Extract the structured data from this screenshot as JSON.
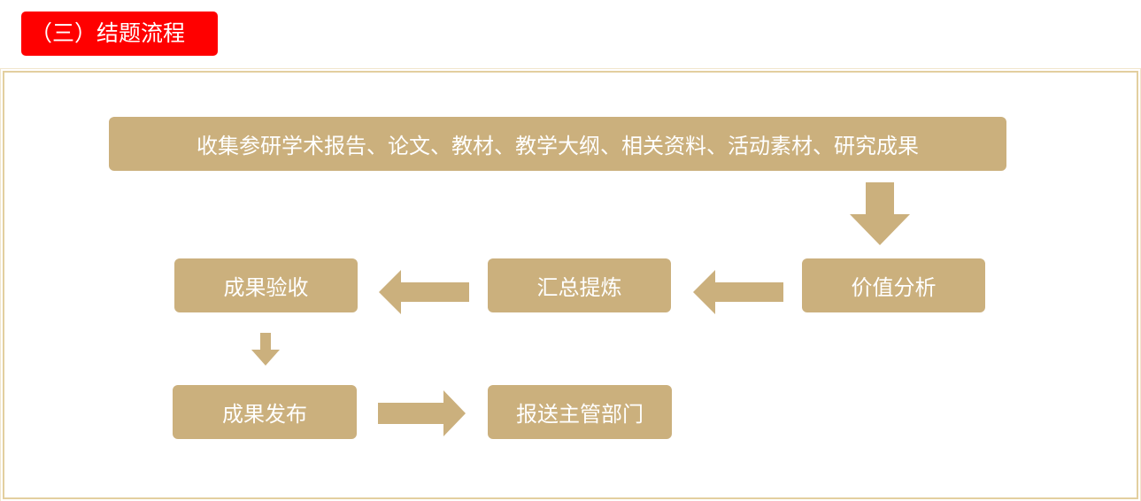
{
  "header": {
    "section_title": "（三）结题流程"
  },
  "flow": {
    "collect": "收集参研学术报告、论文、教材、教学大纲、相关资料、活动素材、研究成果",
    "value_analysis": "价值分析",
    "summarize_refine": "汇总提炼",
    "result_acceptance": "成果验收",
    "result_release": "成果发布",
    "report_department": "报送主管部门"
  },
  "colors": {
    "box_fill": "#cbb07d",
    "title_red": "#ff0000",
    "frame_border": "#e3cf9f"
  }
}
